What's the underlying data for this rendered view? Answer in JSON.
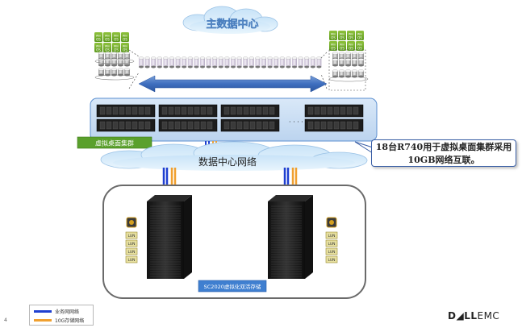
{
  "labels": {
    "main_dc": "主数据中心",
    "vdi_cluster": "虚拟桌面集群",
    "data_network": "数据中心网络",
    "storage": "SC2020虚拟化双活存储",
    "callout_line1": "18台R740用于虚拟桌面集群采用",
    "callout_line2": "10GB网络互联。",
    "ellipsis": "· · · · ·"
  },
  "vm_badge": {
    "top": "Win",
    "bottom": "OS"
  },
  "storage_units": [
    "LUN",
    "LUN",
    "LUN",
    "LUN"
  ],
  "legend": [
    {
      "label": "业务网网络",
      "color": "#1f3fd0"
    },
    {
      "label": "10G存储网络",
      "color": "#f0a030"
    }
  ],
  "page_number": "4",
  "logo": {
    "bold": "D◢LL",
    "thin": "EMC"
  }
}
